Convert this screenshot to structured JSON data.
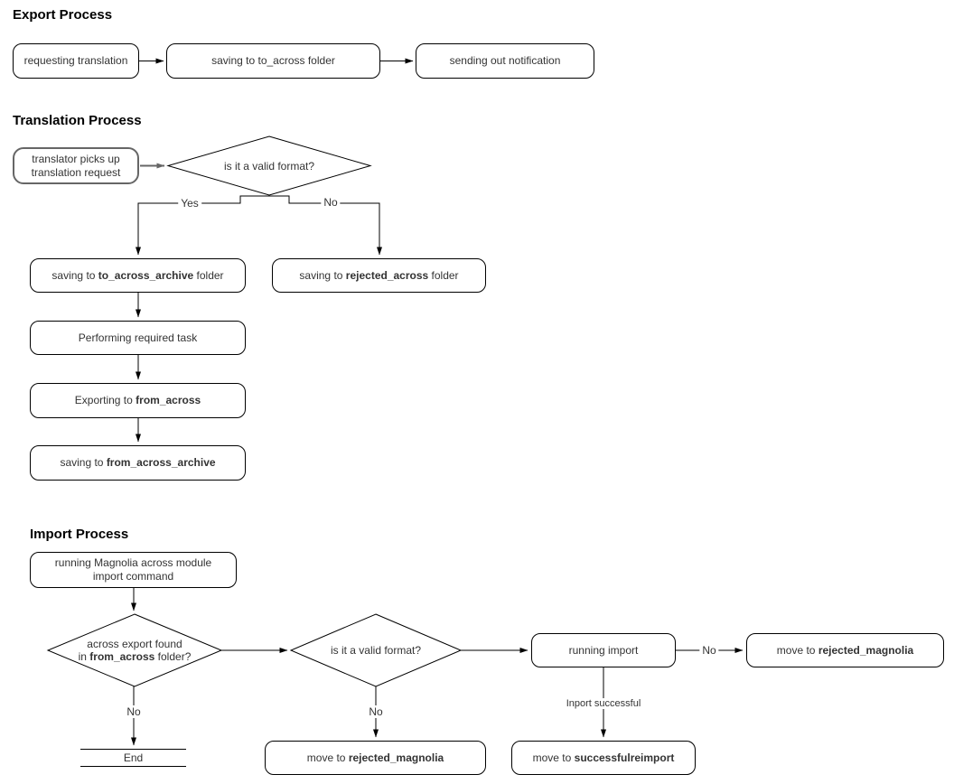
{
  "colors": {
    "background": "#ffffff",
    "line": "#000000",
    "text": "#333333",
    "translator_border": "#666666"
  },
  "sections": {
    "export_title": "Export Process",
    "translation_title": "Translation Process",
    "import_title": "Import Process"
  },
  "nodes": {
    "requesting_translation": {
      "text": "requesting translation"
    },
    "saving_to_across": {
      "text": "saving to to_across folder"
    },
    "sending_notification": {
      "text": "sending out notification"
    },
    "translator_pickup": {
      "line1": "translator picks up",
      "line2": "translation request"
    },
    "saving_to_across_archive": {
      "pre": "saving to ",
      "bold": "to_across_archive",
      "post": " folder"
    },
    "saving_rejected_across": {
      "pre": "saving to ",
      "bold": "rejected_across",
      "post": " folder"
    },
    "performing_task": {
      "text": "Performing required task"
    },
    "exporting_from_across": {
      "pre": "Exporting to ",
      "bold": "from_across"
    },
    "saving_from_across_archive": {
      "pre": "saving to ",
      "bold": "from_across_archive"
    },
    "running_magnolia": {
      "line1": "running Magnolia across module",
      "line2": "import command"
    },
    "running_import": {
      "text": "running import"
    },
    "move_rejected_magnolia_right": {
      "pre": "move to ",
      "bold": "rejected_magnolia"
    },
    "move_rejected_magnolia_bottom": {
      "pre": "move to ",
      "bold": "rejected_magnolia"
    },
    "move_successfulreimport": {
      "pre": "move to ",
      "bold": "successfulreimport"
    },
    "end": {
      "text": "End"
    }
  },
  "decisions": {
    "valid_format_1": {
      "text": "is it a valid format?"
    },
    "across_export_found": {
      "line1": "across export found",
      "line2_pre": "in ",
      "line2_bold": "from_across",
      "line2_post": " folder?"
    },
    "valid_format_2": {
      "text": "is it a valid format?"
    }
  },
  "edge_labels": {
    "yes": "Yes",
    "no": "No",
    "import_successful": "Inport successful"
  }
}
